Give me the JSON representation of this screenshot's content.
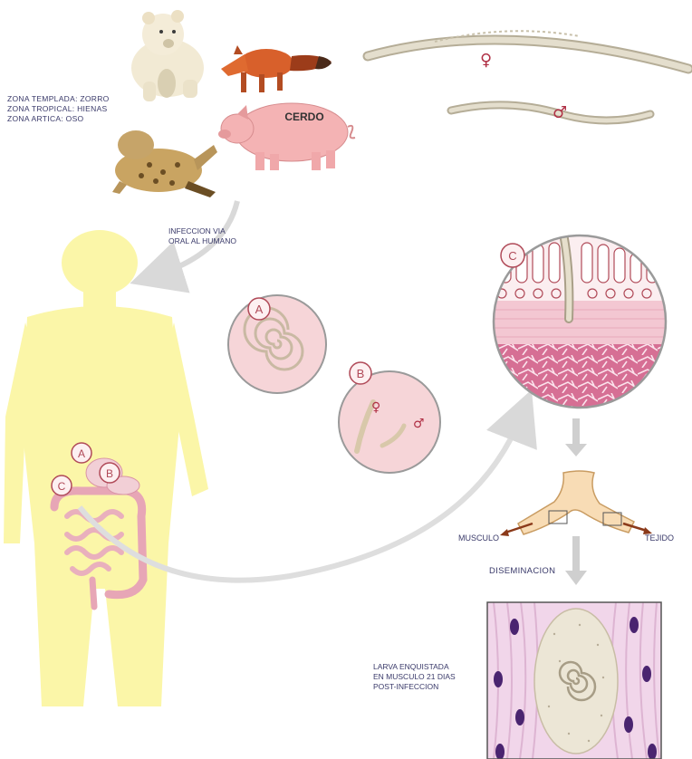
{
  "hosts": {
    "zones": [
      "ZONA TEMPLADA: ZORRO",
      "ZONA TROPICAL: HIENAS",
      "ZONA ARTICA: OSO"
    ],
    "pig_label": "CERDO"
  },
  "worms": {
    "female_symbol": "♀",
    "male_symbol": "♂"
  },
  "infection": {
    "lines": [
      "INFECCION VIA",
      "ORAL AL HUMANO"
    ]
  },
  "stages": {
    "a": "A",
    "b": "B",
    "c": "C"
  },
  "dissemination": {
    "muscle": "MUSCULO",
    "tissue": "TEJIDO",
    "label": "DISEMINACION"
  },
  "encysted": {
    "lines": [
      "LARVA ENQUISTADA",
      "EN MUSCULO 21 DIAS",
      "POST-INFECCION"
    ]
  },
  "colors": {
    "body": "#fbf6a8",
    "circle_fill": "#f6d5d8",
    "stage_ring": "#b04a58",
    "worm": "#d8d2c0",
    "muscle_pink": "#e58aa8",
    "nucleus": "#4a2470",
    "larva_body": "#f8dcb5"
  }
}
